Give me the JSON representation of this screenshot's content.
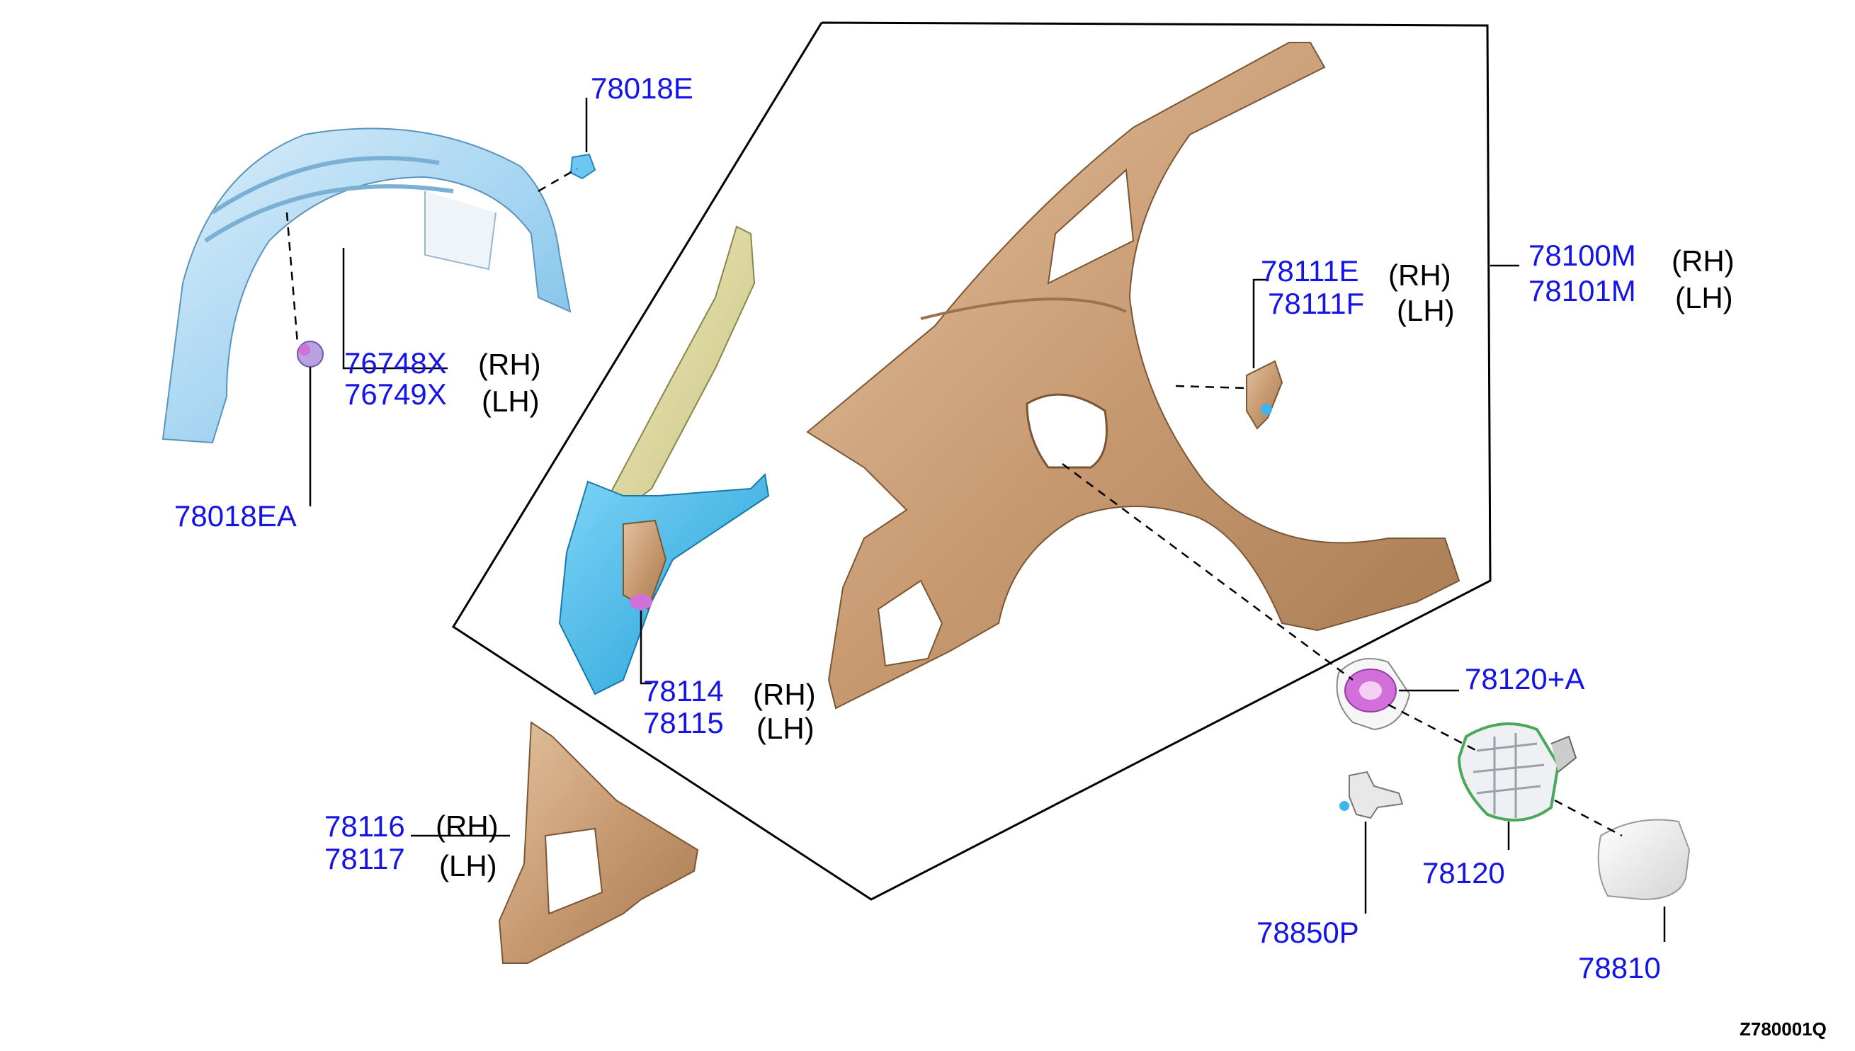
{
  "diagram_code": "Z780001Q",
  "colors": {
    "part_number": "#1414e6",
    "side_label": "#000000",
    "panel_tan": "#c89a72",
    "liner_blue": "#8fd0f0",
    "reinforce_blue": "#3cb4ec",
    "pillar_yellow": "#e0dba0",
    "clip_magenta": "#d070d8",
    "lid_white": "#f4f4f4",
    "leader_line": "#000000"
  },
  "labels": {
    "clip_top": "78018E",
    "liner_rh": "76748X",
    "liner_lh": "76749X",
    "clip_bottom": "78018EA",
    "panel_rh": "78100M",
    "panel_lh": "78101M",
    "bracket_rh": "78111E",
    "bracket_lh": "78111F",
    "pillar_rh": "78114",
    "pillar_lh": "78115",
    "extension_rh": "78116",
    "extension_lh": "78117",
    "fuel_seal": "78120+A",
    "fuel_base": "78120",
    "lid_opener": "78850P",
    "fuel_lid": "78810"
  },
  "sides": {
    "rh": "(RH)",
    "lh": "(LH)"
  }
}
